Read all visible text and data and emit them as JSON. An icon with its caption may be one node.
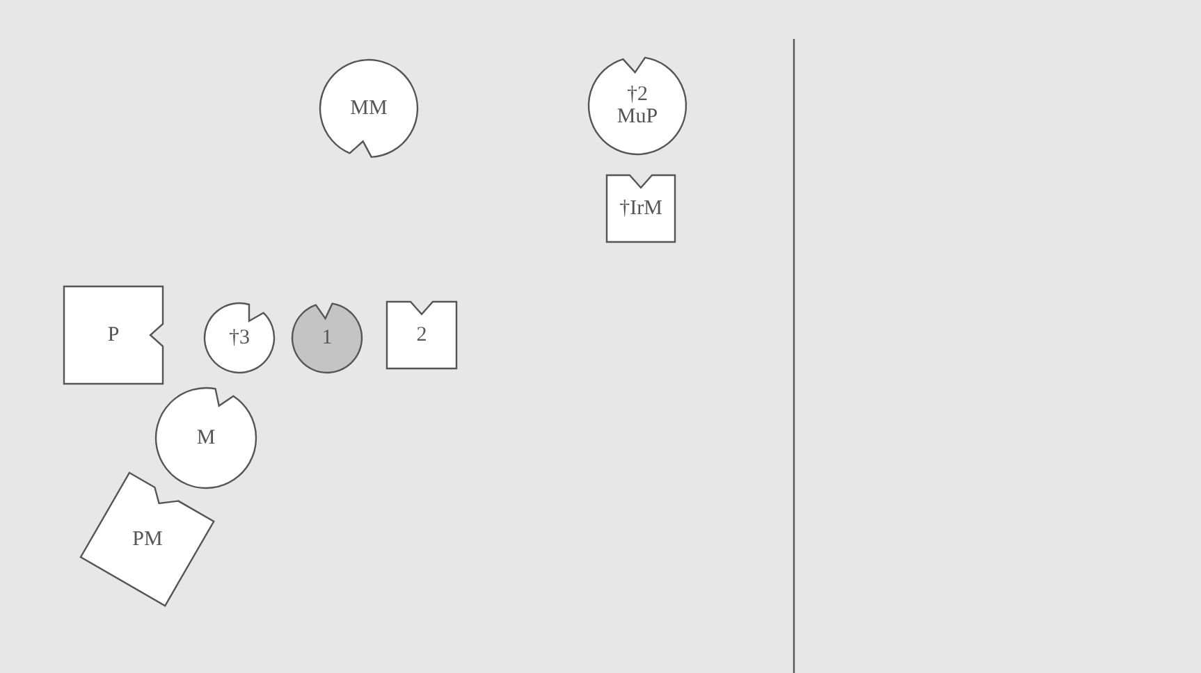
{
  "diagram": {
    "nodes": [
      {
        "text": [
          "MM"
        ]
      },
      {
        "text": [
          "†2 MuP"
        ]
      },
      {
        "text": [
          "†IrM"
        ]
      },
      {
        "text": [
          "P"
        ]
      },
      {
        "text": [
          "†3"
        ]
      },
      {
        "text": [
          "1"
        ]
      },
      {
        "text": [
          "2"
        ]
      },
      {
        "text": [
          "M"
        ]
      },
      {
        "text": [
          "PM"
        ]
      }
    ]
  }
}
